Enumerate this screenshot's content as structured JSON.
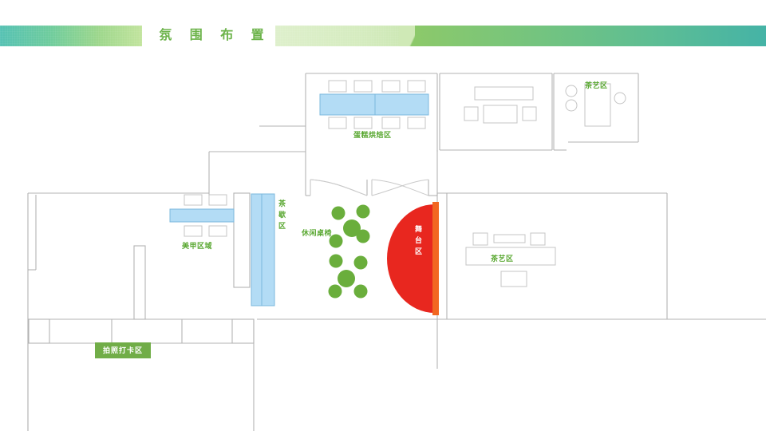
{
  "header": {
    "title": "氛 围 布 置",
    "accent_green": "#6cb34a",
    "banner_left_start": "#3cb8a8",
    "banner_right_end": "#45b3a6"
  },
  "floorplan": {
    "wall_color": "#b3b3b3",
    "furniture_stroke": "#c4c4c4",
    "table_fill": "#b3dcf5",
    "table_stroke": "#7bb8dd",
    "seat_green": "#6aae3c",
    "stage_red": "#e8271f",
    "stage_bar_orange": "#f26722",
    "label_green": "#5aa832",
    "photo_zone_bg": "#71ad48",
    "zones": [
      {
        "id": "cake-baking",
        "label": "蛋糕烘焙区",
        "type": "text-label"
      },
      {
        "id": "tea-art-top",
        "label": "茶艺区",
        "type": "text-label"
      },
      {
        "id": "nail-area",
        "label": "美甲区域",
        "type": "text-label"
      },
      {
        "id": "tea-break",
        "label": "茶歇区",
        "type": "vertical-label"
      },
      {
        "id": "leisure-seating",
        "label": "休闲桌椅",
        "type": "text-label"
      },
      {
        "id": "stage",
        "label": "舞台区",
        "type": "vertical-label-on-shape"
      },
      {
        "id": "tea-art-right",
        "label": "茶艺区",
        "type": "text-label"
      },
      {
        "id": "photo-checkin",
        "label": "拍照打卡区",
        "type": "filled-badge"
      }
    ]
  }
}
